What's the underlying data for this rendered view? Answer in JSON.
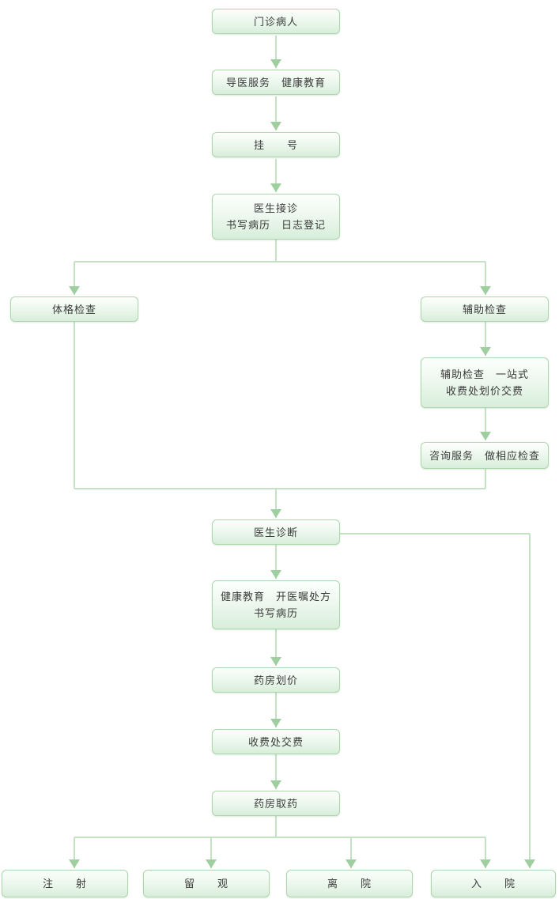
{
  "diagram": {
    "type": "flowchart",
    "description": "Hospital outpatient visit process flowchart",
    "colors": {
      "background": "#ffffff",
      "node_border": "#aed6ae",
      "node_fill_top": "#fdfffd",
      "node_fill_bottom": "#d8eeda",
      "connector_line": "#c5e1c5",
      "arrowhead": "#9fce9f",
      "text": "#3b3b3b"
    },
    "nodes": {
      "outpatient": {
        "label": "门诊病人"
      },
      "guide": {
        "label": "导医服务　健康教育"
      },
      "registration": {
        "label": "挂　　号"
      },
      "reception": {
        "label": "医生接诊\n书写病历　日志登记"
      },
      "physical": {
        "label": "体格检查"
      },
      "auxiliary": {
        "label": "辅助检查"
      },
      "auxfee": {
        "label": "辅助检查　一站式\n收费处划价交费"
      },
      "consult": {
        "label": "咨询服务　做相应检查"
      },
      "diagnosis": {
        "label": "医生诊断"
      },
      "education": {
        "label": "健康教育　开医嘱处方\n书写病历"
      },
      "pricing": {
        "label": "药房划价"
      },
      "payment": {
        "label": "收费处交费"
      },
      "dispense": {
        "label": "药房取药"
      },
      "injection": {
        "label": "注　　射"
      },
      "observation": {
        "label": "留　　观"
      },
      "discharge": {
        "label": "离　　院"
      },
      "admission": {
        "label": "入　　院"
      }
    },
    "edges": [
      "outpatient -> guide",
      "guide -> registration",
      "registration -> reception",
      "reception -> physical",
      "reception -> auxiliary",
      "auxiliary -> auxfee",
      "auxfee -> consult",
      "physical -> diagnosis",
      "consult -> diagnosis",
      "diagnosis -> education",
      "diagnosis -> admission",
      "education -> pricing",
      "pricing -> payment",
      "payment -> dispense",
      "dispense -> injection",
      "dispense -> observation",
      "dispense -> discharge",
      "dispense -> admission"
    ]
  }
}
